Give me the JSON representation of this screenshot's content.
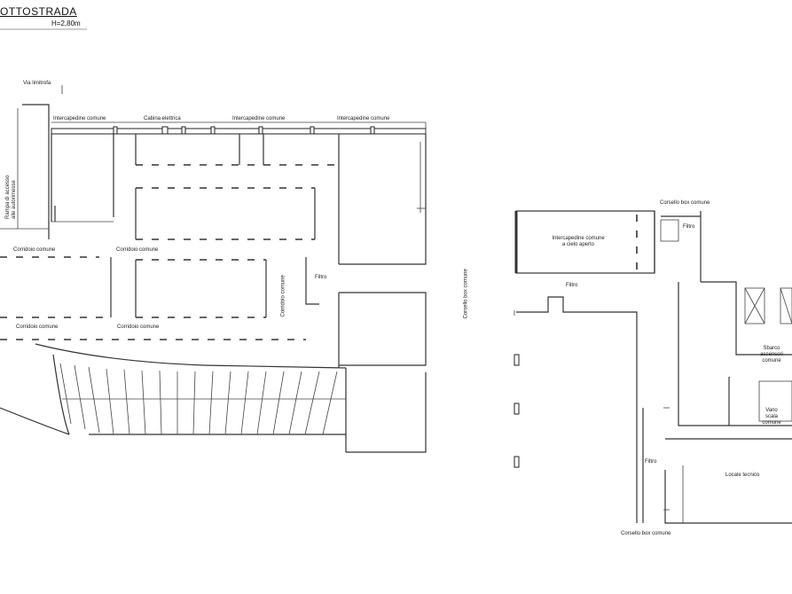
{
  "plan": {
    "title": "OTTOSTRADA",
    "height_note": "H=2,80m"
  },
  "labels": {
    "via": "Via limitrofa",
    "intercap1": "Intercapedine comune",
    "cabina": "Cabina elettrica",
    "intercap2": "Intercapedine comune",
    "intercap3": "Intercapedine comune",
    "rampa": "Rampa di accesso\nalle autorimesse",
    "corr1": "Corridoio comune",
    "corr2": "Corridoio comune",
    "corr3": "Corridoio comune",
    "corr4": "Corridoio comune",
    "corr_vert": "Corridoio comune",
    "filtro1": "Filtro",
    "corsello_vert": "Corsello box comune",
    "corsello_top": "Corsello box comune",
    "filtro2": "Filtro",
    "intercap_cielo": "Intercapedine comune\na cielo aperto",
    "filtro3": "Filtro",
    "sbarco": "Sbarco\nascensori\ncomune",
    "vano_scala": "Vano\nscala\ncomune",
    "filtro4": "Filtro",
    "locale": "Locale tecnico",
    "corsello_bottom": "Corsello box comune"
  }
}
